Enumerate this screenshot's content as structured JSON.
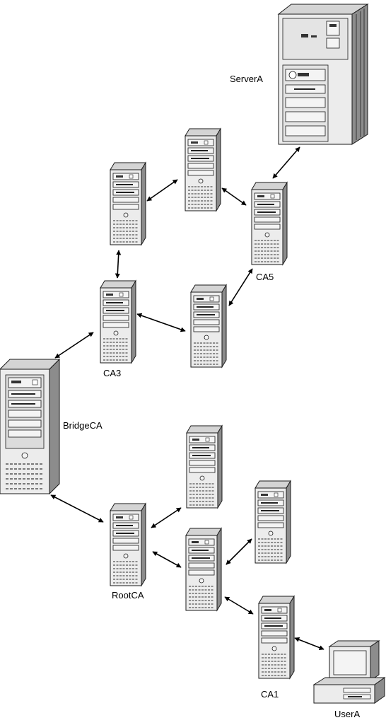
{
  "labels": {
    "server_a": "ServerA",
    "ca5": "CA5",
    "ca3": "CA3",
    "bridge_ca": "BridgeCA",
    "root_ca": "RootCA",
    "ca1": "CA1",
    "user_a": "UserA"
  },
  "colors": {
    "case_front": "#ececec",
    "case_side": "#8c8c8c",
    "case_top": "#d4d4d4",
    "drive_bay": "#f4f4f4",
    "stroke": "#1a1a1a",
    "connector": "#000000"
  },
  "icons": {
    "tower_server": "tower-server-icon",
    "large_server": "large-server-icon",
    "workstation": "workstation-icon"
  }
}
